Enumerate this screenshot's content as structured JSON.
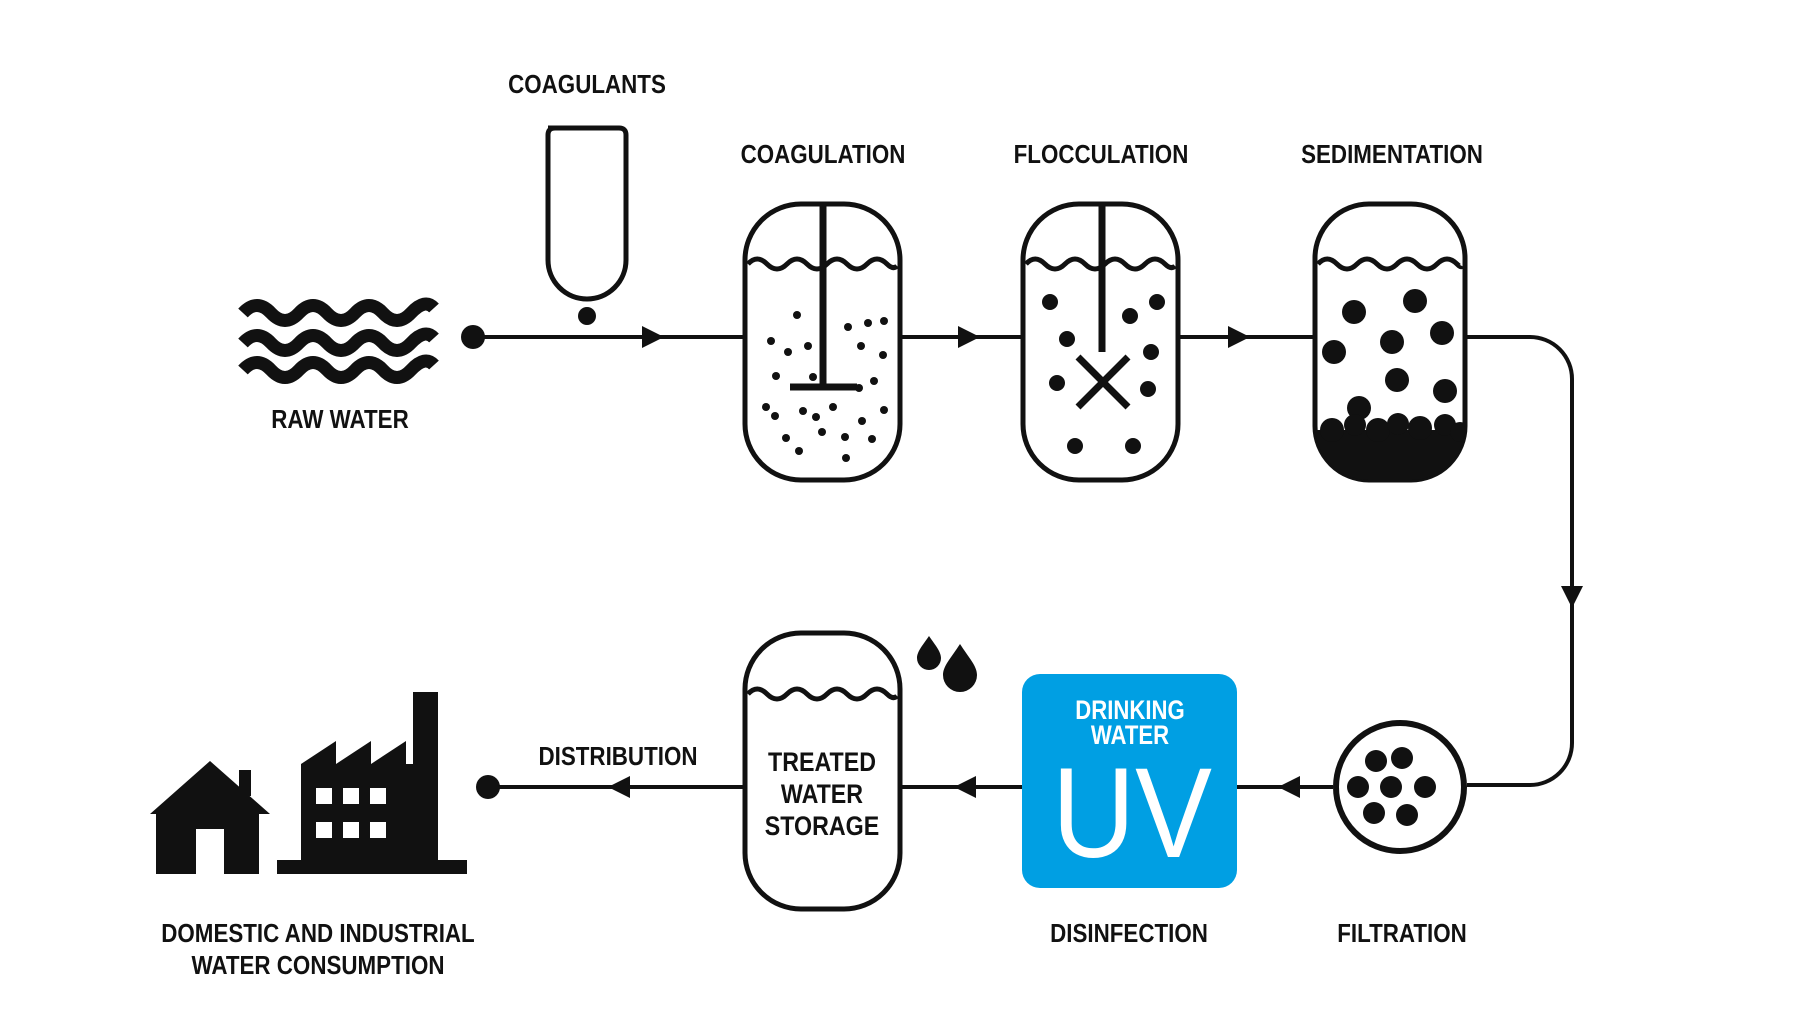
{
  "labels": {
    "raw_water": "RAW WATER",
    "coagulants": "COAGULANTS",
    "coagulation": "COAGULATION",
    "flocculation": "FLOCCULATION",
    "sedimentation": "SEDIMENTATION",
    "filtration": "FILTRATION",
    "disinfection": "DISINFECTION",
    "distribution": "DISTRIBUTION",
    "consumption": [
      "DOMESTIC AND INDUSTRIAL",
      "WATER CONSUMPTION"
    ]
  },
  "uv_box": {
    "subtitle": [
      "DRINKING",
      "WATER"
    ],
    "symbol": "UV",
    "color": "#009FE3"
  },
  "storage_tank": {
    "text": [
      "TREATED",
      "WATER",
      "STORAGE"
    ]
  },
  "icons": [
    "waves-icon",
    "dosing-bottle-icon",
    "mixer-paddle-icon",
    "x-impeller-icon",
    "filter-disc-icon",
    "water-drops-icon",
    "house-icon",
    "factory-icon"
  ],
  "colors": {
    "ink": "#111111",
    "accent": "#009FE3",
    "background": "#FFFFFF"
  }
}
